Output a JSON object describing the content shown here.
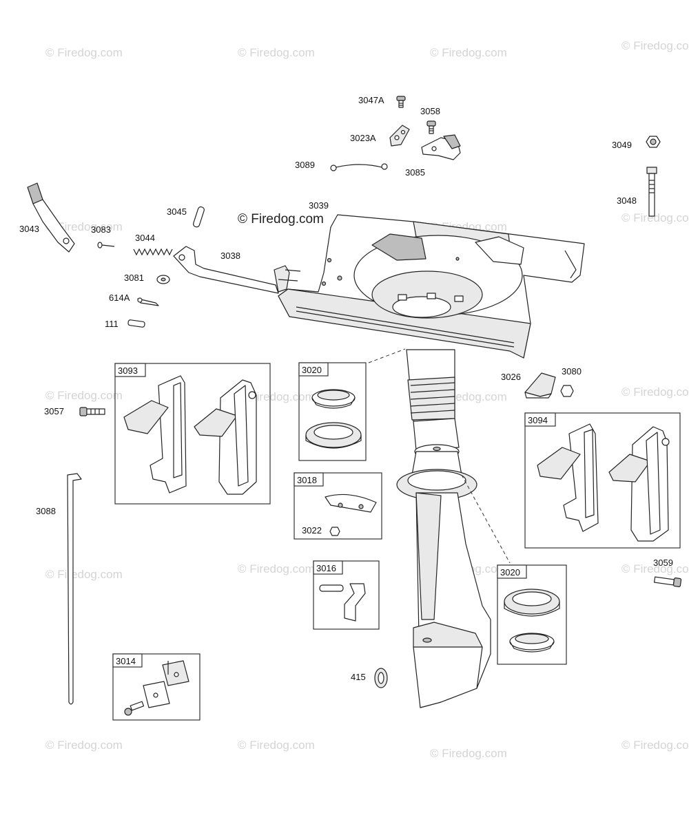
{
  "watermark": "© Firedog.com",
  "labels": {
    "l3047A": "3047A",
    "l3058": "3058",
    "l3023A": "3023A",
    "l3085": "3085",
    "l3089": "3089",
    "l3049": "3049",
    "l3048": "3048",
    "l3039": "3039",
    "l3045": "3045",
    "l3043": "3043",
    "l3083": "3083",
    "l3044": "3044",
    "l3038": "3038",
    "l3081": "3081",
    "l614A": "614A",
    "l111": "111",
    "l3093": "3093",
    "l3020a": "3020",
    "l3026": "3026",
    "l3080": "3080",
    "l3057": "3057",
    "l3094": "3094",
    "l3018": "3018",
    "l3022": "3022",
    "l3088": "3088",
    "l3016": "3016",
    "l3020b": "3020",
    "l3059": "3059",
    "l3014": "3014",
    "l415": "415"
  }
}
